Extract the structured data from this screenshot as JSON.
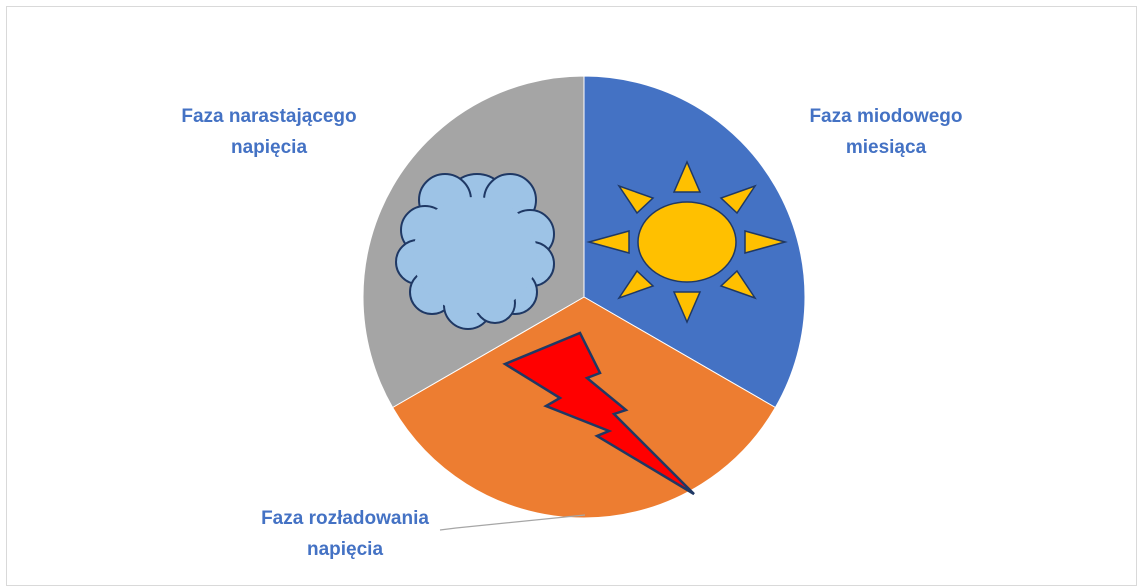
{
  "chart_data": {
    "type": "pie",
    "categories": [
      "Faza miodowego miesiąca",
      "Faza rozładowania napięcia",
      "Faza narastającego napięcia"
    ],
    "values": [
      33.33,
      33.33,
      33.33
    ],
    "colors": [
      "#4472C4",
      "#ED7D31",
      "#A5A5A5"
    ],
    "label_color": "#4472C4",
    "label_lines": [
      [
        "Faza miodowego",
        "miesiąca"
      ],
      [
        "Faza rozładowania",
        "napięcia"
      ],
      [
        "Faza narastającego",
        "napięcia"
      ]
    ],
    "icons": [
      "sun-icon",
      "lightning-icon",
      "cloud-icon"
    ]
  }
}
